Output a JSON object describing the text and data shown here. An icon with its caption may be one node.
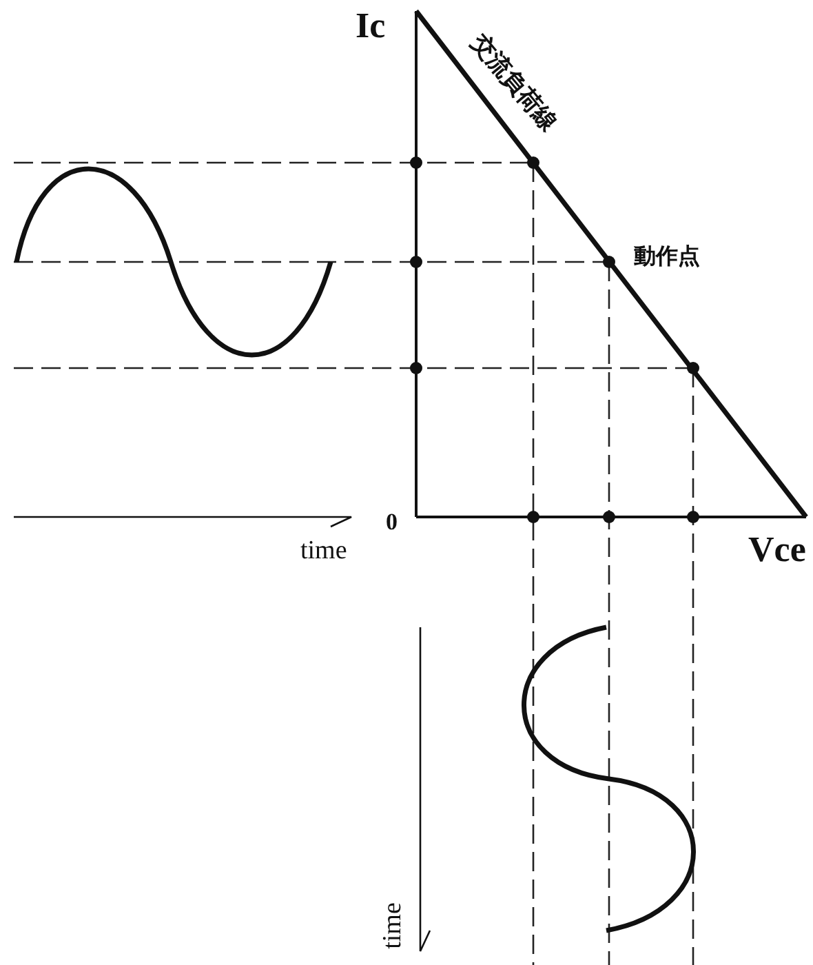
{
  "diagram": {
    "labels": [
      "Ic",
      "交流負荷線",
      "動作点",
      "0",
      "Vce",
      "time",
      "time"
    ]
  }
}
